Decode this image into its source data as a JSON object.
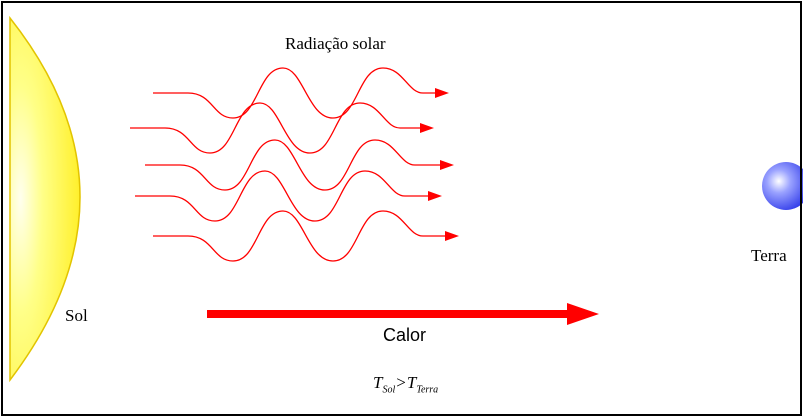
{
  "diagram": {
    "title": "Radiação solar",
    "sun_label": "Sol",
    "earth_label": "Terra",
    "heat_label": "Calor",
    "formula": {
      "symbol": "T",
      "left_subscript": "Sol",
      "operator": ">",
      "right_subscript": "Terra"
    },
    "colors": {
      "wave": "#ff0000",
      "heat_arrow": "#ff0000",
      "sun_fill": "#ffff66",
      "sun_edge": "#e6cf00",
      "earth": "#4c5cff",
      "frame": "#000000"
    },
    "wave_count": 5
  }
}
